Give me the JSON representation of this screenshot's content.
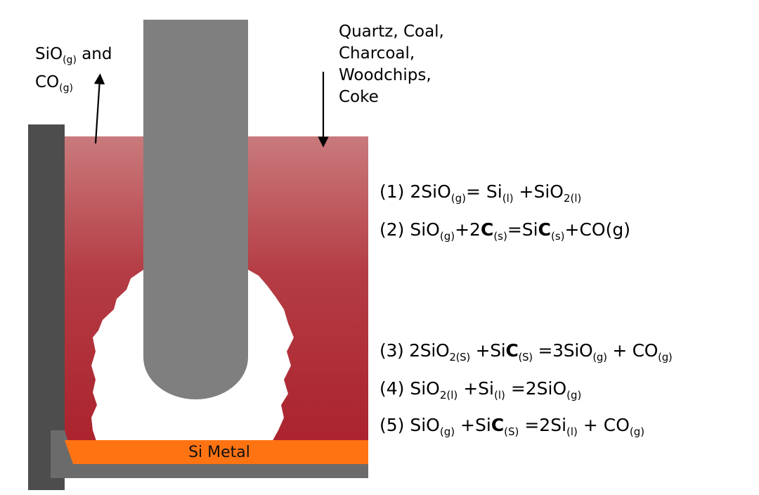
{
  "labels": {
    "gas_out": [
      "SiO",
      "(g)",
      " and",
      "CO",
      "(g)"
    ],
    "feed": [
      "Quartz, Coal,",
      "Charcoal,",
      "Woodchips,",
      "Coke"
    ],
    "metal": "Si Metal"
  },
  "equations": {
    "eq1": [
      "(1) 2SiO",
      "(g)",
      "= Si",
      "(l)",
      " +SiO",
      "2(l)"
    ],
    "eq2": [
      "(2) SiO",
      "(g)",
      "+2",
      "C",
      "(s)",
      "=Si",
      "C",
      "(s)",
      "+CO(g)"
    ],
    "eq3": [
      "(3) 2SiO",
      "2(S)",
      " +Si",
      "C",
      "(S)",
      " =3SiO",
      "(g)",
      " + CO",
      "(g)"
    ],
    "eq4": [
      "(4) SiO",
      "2(l)",
      " +Si",
      "(l)",
      " =2SiO",
      "(g)"
    ],
    "eq5": [
      "(5) SiO",
      "(g)",
      " +Si",
      "C",
      "(S)",
      " =2Si",
      "(l)",
      " + CO",
      "(g)"
    ]
  },
  "colors": {
    "charge_top": "#c97a7c",
    "charge_bottom": "#ab232d",
    "electrode": "#7f7f7f",
    "wall": "#4d4d4d",
    "hearth": "#6b6b6b",
    "metal": "#ff7312",
    "cavity": "#ffffff"
  },
  "icons": [
    "arrow-up-icon",
    "arrow-down-icon"
  ]
}
